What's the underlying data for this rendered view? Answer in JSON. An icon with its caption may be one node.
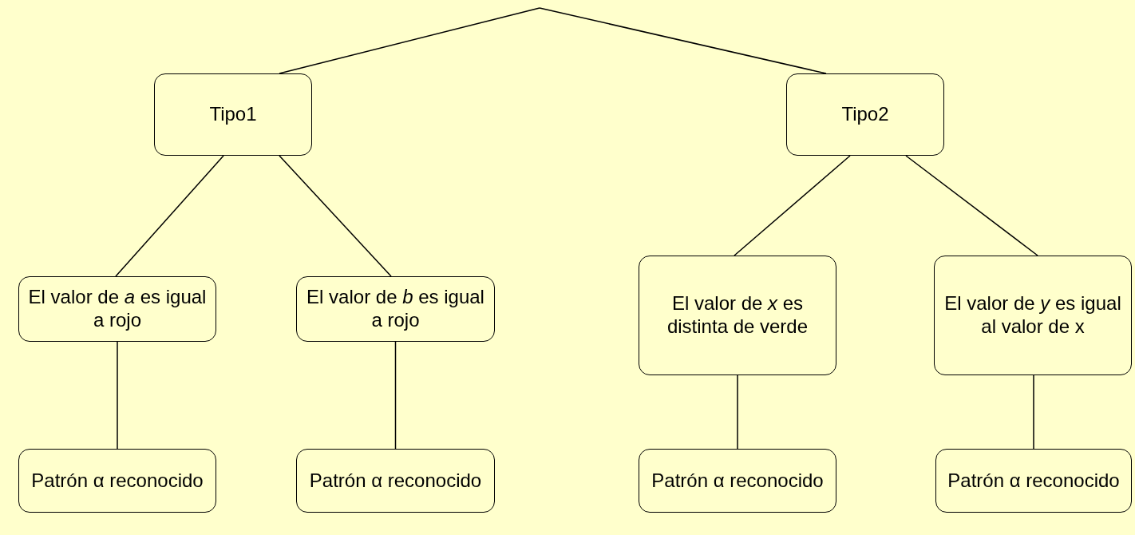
{
  "diagram": {
    "nodes": [
      {
        "text": [
          "Tipo1"
        ]
      },
      {
        "text": [
          "Tipo2"
        ]
      },
      {
        "text": [
          "El valor de *a* es igual a rojo"
        ]
      },
      {
        "text": [
          "El valor de *b* es igual a rojo"
        ]
      },
      {
        "text": [
          "El valor de *x* es distinta de verde"
        ]
      },
      {
        "text": [
          "El valor de *y* es igual al valor de x"
        ]
      },
      {
        "text": [
          "Patrón α reconocido"
        ]
      },
      {
        "text": [
          "Patrón α reconocido"
        ]
      },
      {
        "text": [
          "Patrón α reconocido"
        ]
      },
      {
        "text": [
          "Patrón α reconocido"
        ]
      }
    ],
    "edges": [
      {
        "from": null,
        "to": 0,
        "arrow": "none"
      },
      {
        "from": null,
        "to": 1,
        "arrow": "none"
      },
      {
        "from": 0,
        "to": 2,
        "arrow": "none"
      },
      {
        "from": 0,
        "to": 3,
        "arrow": "none"
      },
      {
        "from": 1,
        "to": 4,
        "arrow": "none"
      },
      {
        "from": 1,
        "to": 5,
        "arrow": "none"
      },
      {
        "from": 2,
        "to": 6,
        "arrow": "none"
      },
      {
        "from": 3,
        "to": 7,
        "arrow": "none"
      },
      {
        "from": 4,
        "to": 8,
        "arrow": "none"
      },
      {
        "from": 5,
        "to": 9,
        "arrow": "none"
      }
    ]
  }
}
